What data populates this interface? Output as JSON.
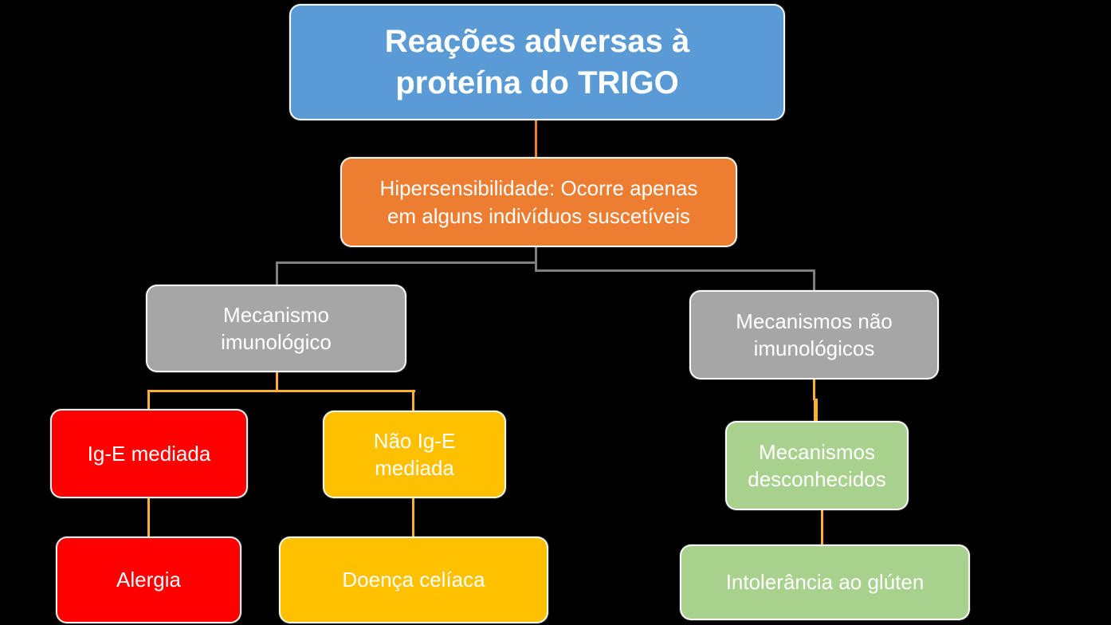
{
  "diagram": {
    "title": "Reações adversas à proteína do TRIGO",
    "background_color": "#000000",
    "nodes": {
      "root": {
        "label": "Reações adversas à\nproteína do TRIGO",
        "color": "#5B9BD5",
        "text_color": "#FFFFFF"
      },
      "hypersensitivity": {
        "label": "Hipersensibilidade: Ocorre apenas\nem alguns indivíduos suscetíveis",
        "color": "#ED7D31",
        "text_color": "#FFFFFF"
      },
      "immunologic": {
        "label": "Mecanismo\nimunológico",
        "color": "#A6A6A6",
        "text_color": "#FFFFFF"
      },
      "non_immunologic": {
        "label": "Mecanismos não\nimunológicos",
        "color": "#A6A6A6",
        "text_color": "#FFFFFF"
      },
      "ige_mediated": {
        "label": "Ig-E mediada",
        "color": "#FE0000",
        "text_color": "#FFFFFF"
      },
      "non_ige_mediated": {
        "label": "Não Ig-E\nmediada",
        "color": "#FFC000",
        "text_color": "#FFFFFF"
      },
      "unknown_mechanisms": {
        "label": "Mecanismos\ndesconhecidos",
        "color": "#A9D18E",
        "text_color": "#FFFFFF"
      },
      "allergy": {
        "label": "Alergia",
        "color": "#FE0000",
        "text_color": "#FFFFFF"
      },
      "celiac_disease": {
        "label": "Doença celíaca",
        "color": "#FFC000",
        "text_color": "#FFFFFF"
      },
      "gluten_intolerance": {
        "label": "Intolerância ao glúten",
        "color": "#A9D18E",
        "text_color": "#FFFFFF"
      }
    },
    "connector_colors": {
      "gray": "#7F7F7F",
      "gold": "#FFB02E",
      "orange": "#ED7D31"
    },
    "edges": [
      {
        "from": "root",
        "to": "hypersensitivity",
        "color": "#ED7D31"
      },
      {
        "from": "hypersensitivity",
        "to": "immunologic",
        "color": "#7F7F7F"
      },
      {
        "from": "hypersensitivity",
        "to": "non_immunologic",
        "color": "#7F7F7F"
      },
      {
        "from": "immunologic",
        "to": "ige_mediated",
        "color": "#FFB02E"
      },
      {
        "from": "immunologic",
        "to": "non_ige_mediated",
        "color": "#FFB02E"
      },
      {
        "from": "non_immunologic",
        "to": "unknown_mechanisms",
        "color": "#FFB02E"
      },
      {
        "from": "ige_mediated",
        "to": "allergy",
        "color": "#FFB02E"
      },
      {
        "from": "non_ige_mediated",
        "to": "celiac_disease",
        "color": "#FFB02E"
      },
      {
        "from": "unknown_mechanisms",
        "to": "gluten_intolerance",
        "color": "#FFB02E"
      }
    ]
  }
}
